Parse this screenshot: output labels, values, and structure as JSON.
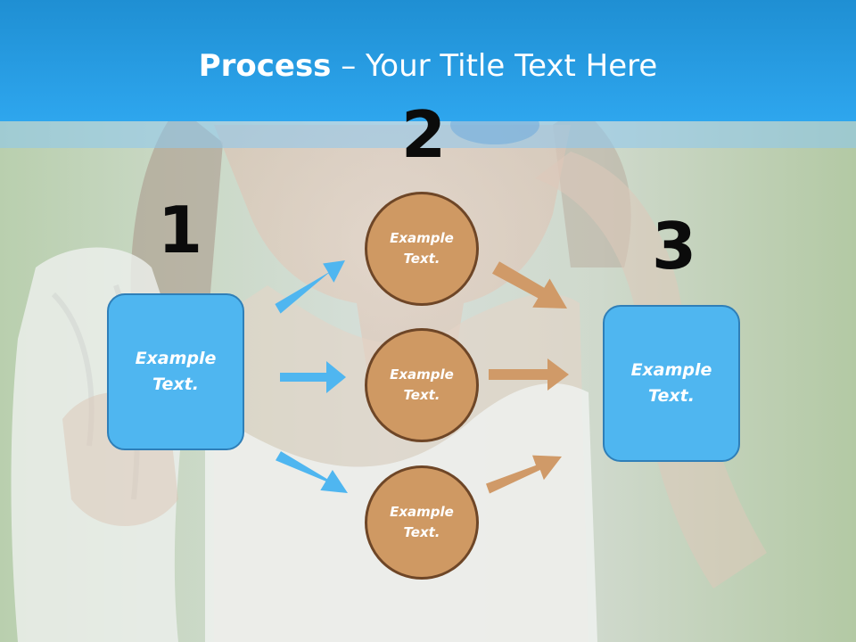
{
  "slide": {
    "title_bold": "Process",
    "title_rest": " – Your Title Text Here"
  },
  "steps": {
    "one": "1",
    "two": "2",
    "three": "3"
  },
  "nodes": {
    "left_box": "Example Text.",
    "circle_top": "Example Text.",
    "circle_middle": "Example Text.",
    "circle_bottom": "Example Text.",
    "right_box": "Example Text."
  },
  "colors": {
    "title_bar": "#2ea6ee",
    "box_fill": "#4fb6f0",
    "box_border": "#2f7fb8",
    "circle_fill": "#cf9963",
    "circle_border": "#6e4627",
    "blue_arrow": "#4fb6f0",
    "tan_arrow": "#d09a68",
    "number_text": "#0b0b0b"
  }
}
